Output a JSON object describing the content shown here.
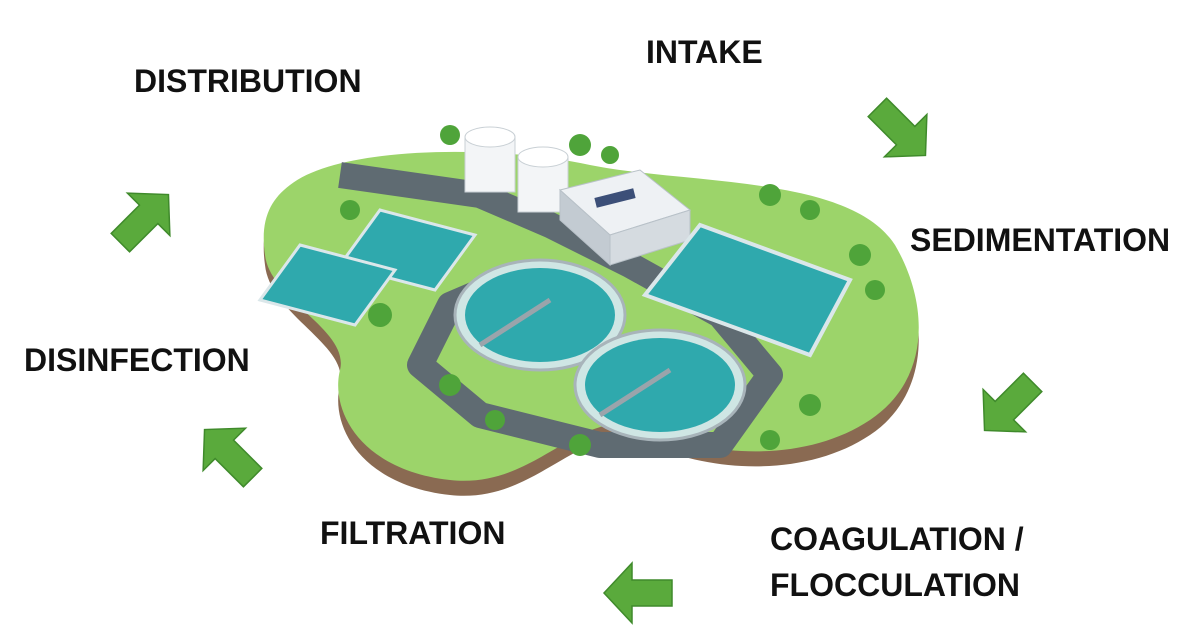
{
  "stages": {
    "intake": "INTAKE",
    "sedimentation": "SEDIMENTATION",
    "coagulation_line1": "COAGULATION /",
    "coagulation_line2": "FLOCCULATION",
    "filtration": "FILTRATION",
    "disinfection": "DISINFECTION",
    "distribution": "DISTRIBUTION"
  },
  "icons": {
    "arrow": "green-arrow-icon",
    "plant": "water-treatment-plant-illustration"
  },
  "colors": {
    "arrow": "#5aaa3c",
    "grass": "#9cd46a",
    "water": "#2fa9ad",
    "road": "#5f6b72",
    "soil": "#8a6a52"
  }
}
